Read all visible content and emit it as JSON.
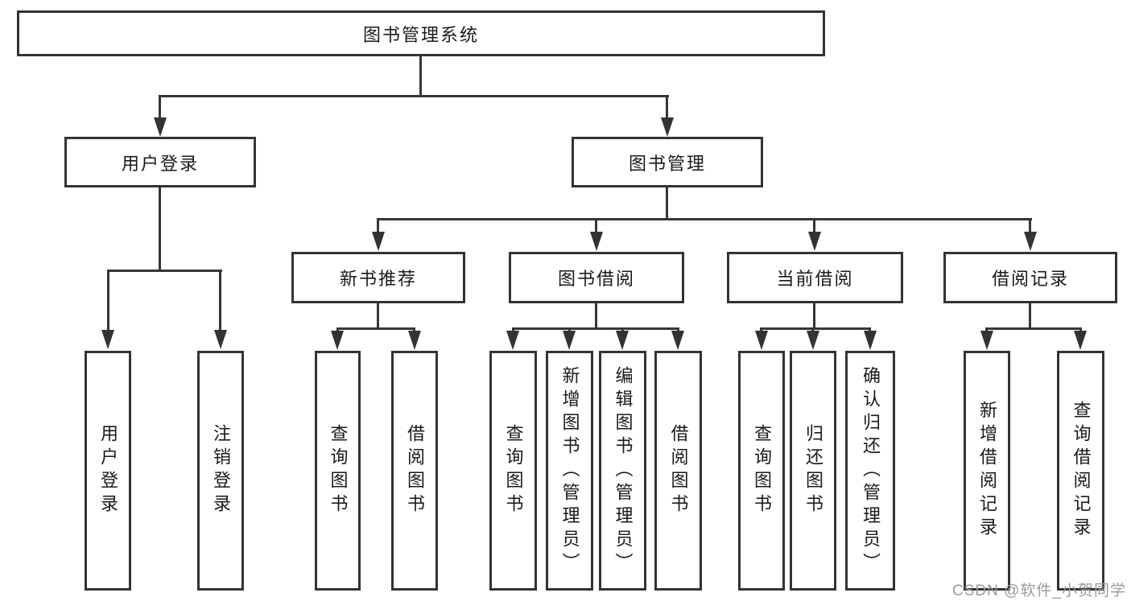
{
  "colors": {
    "background": "#ffffff",
    "line": "#333333",
    "text": "#1a1a1a",
    "watermark": "#9b9b9b"
  },
  "watermark": {
    "text": "CSDN @软件_小贺同学"
  },
  "diagram": {
    "root": {
      "label": "图书管理系统"
    },
    "user_login": {
      "label": "用户登录"
    },
    "book_management": {
      "label": "图书管理"
    },
    "new_book_recommend": {
      "label": "新书推荐"
    },
    "book_borrow": {
      "label": "图书借阅"
    },
    "current_borrow": {
      "label": "当前借阅"
    },
    "borrow_record": {
      "label": "借阅记录"
    },
    "leaf_user_login": {
      "label": "用户登录"
    },
    "leaf_logout": {
      "label": "注销登录"
    },
    "leaf_nb_query": {
      "label": "查询图书"
    },
    "leaf_nb_borrow": {
      "label": "借阅图书"
    },
    "leaf_bb_query": {
      "label": "查询图书"
    },
    "leaf_bb_add": {
      "label": "新增图书（管理员）"
    },
    "leaf_bb_edit": {
      "label": "编辑图书（管理员）"
    },
    "leaf_bb_borrow": {
      "label": "借阅图书"
    },
    "leaf_cb_query": {
      "label": "查询图书"
    },
    "leaf_cb_return": {
      "label": "归还图书"
    },
    "leaf_cb_confirm": {
      "label": "确认归还（管理员）"
    },
    "leaf_br_add": {
      "label": "新增借阅记录"
    },
    "leaf_br_query": {
      "label": "查询借阅记录"
    }
  }
}
